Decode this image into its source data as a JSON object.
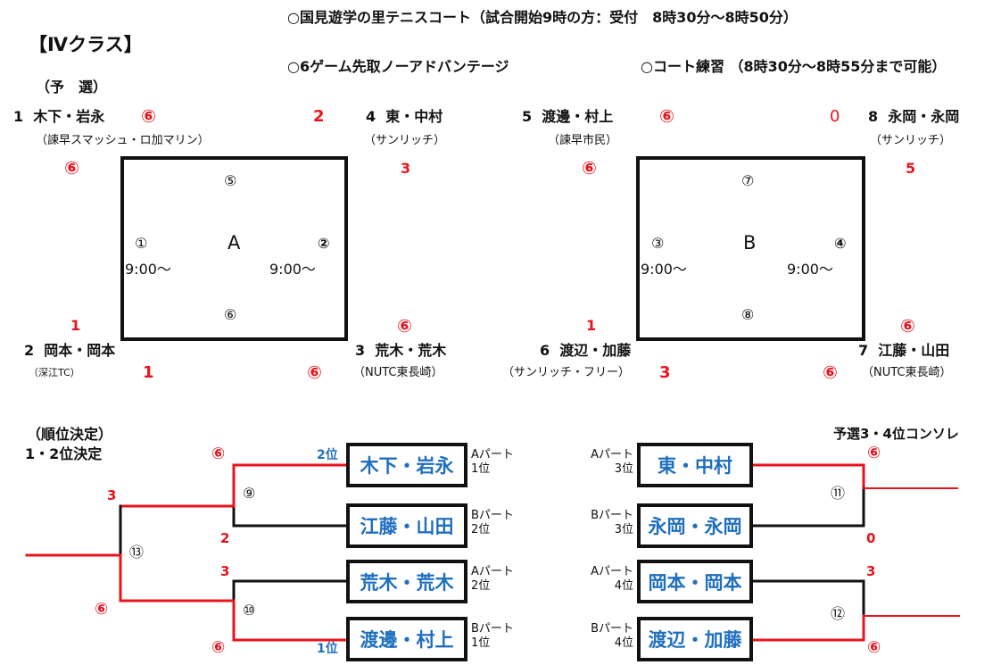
{
  "header": {
    "class_title": "【Ⅳクラス】",
    "venue_note": "○国見遊学の里テニスコート（試合開始9時の方：受付　8時30分～8時50分）",
    "format_note": "○6ゲーム先取ノーアドバンテージ",
    "practice_note": "○コート練習 （8時30分～8時55分まで可能）",
    "prelim_label": "（予　選）"
  },
  "prelim": {
    "players": [
      {
        "num": "1",
        "name": "木下・岩永",
        "club": "（諫早スマッシュ・ロ加マリン）"
      },
      {
        "num": "2",
        "name": "岡本・岡本",
        "club": "（深江TC）"
      },
      {
        "num": "3",
        "name": "荒木・荒木",
        "club": "（NUTC東長崎）"
      },
      {
        "num": "4",
        "name": "東・中村",
        "club": "（サンリッチ）"
      },
      {
        "num": "5",
        "name": "渡邊・村上",
        "club": "（諫早市民）"
      },
      {
        "num": "6",
        "name": "渡辺・加藤",
        "club": "（サンリッチ・フリー）"
      },
      {
        "num": "7",
        "name": "江藤・山田",
        "club": "（NUTC東長崎）"
      },
      {
        "num": "8",
        "name": "永岡・永岡",
        "club": "（サンリッチ）"
      }
    ],
    "court_a": {
      "label": "A",
      "top": "⑤",
      "left": "①",
      "right": "②",
      "bottom": "⑥",
      "left_time": "9:00～",
      "right_time": "9:00～",
      "scores": {
        "p1_top": "⑥",
        "p4_top": "2",
        "p1_left": "⑥",
        "p4_right": "3",
        "p2_left": "1",
        "p3_right": "⑥",
        "p2_bottom": "1",
        "p3_bottom": "⑥"
      }
    },
    "court_b": {
      "label": "B",
      "top": "⑦",
      "left": "③",
      "right": "④",
      "bottom": "⑧",
      "left_time": "9:00～",
      "right_time": "9:00～",
      "scores": {
        "p5_top": "⑥",
        "p8_top": "0",
        "p5_left": "⑥",
        "p8_right": "5",
        "p6_left": "1",
        "p7_right": "⑥",
        "p6_bottom": "3",
        "p7_bottom": "⑥"
      }
    }
  },
  "final_bracket": {
    "title1": "（順位決定）",
    "title2": "1・2位決定",
    "entries": [
      {
        "name": "木下・岩永",
        "part": "Aパート",
        "rank": "1位"
      },
      {
        "name": "江藤・山田",
        "part": "Bパート",
        "rank": "2位"
      },
      {
        "name": "荒木・荒木",
        "part": "Aパート",
        "rank": "2位"
      },
      {
        "name": "渡邊・村上",
        "part": "Bパート",
        "rank": "1位"
      }
    ],
    "match9": {
      "no": "⑨",
      "top": "⑥",
      "bottom": "2"
    },
    "match10": {
      "no": "⑩",
      "top": "3",
      "bottom": "⑥"
    },
    "match13": {
      "no": "⑬",
      "top": "3",
      "bottom": "⑥"
    },
    "result_top": "2位",
    "result_bottom": "1位",
    "colors": {
      "win": "#e8141b",
      "lose": "#111111",
      "name": "#1f6fbf"
    }
  },
  "consolation": {
    "title": "予選3・4位コンソレ",
    "entries": [
      {
        "name": "東・中村",
        "part": "Aパート",
        "rank": "3位"
      },
      {
        "name": "永岡・永岡",
        "part": "Bパート",
        "rank": "3位"
      },
      {
        "name": "岡本・岡本",
        "part": "Aパート",
        "rank": "4位"
      },
      {
        "name": "渡辺・加藤",
        "part": "Bパート",
        "rank": "4位"
      }
    ],
    "match11": {
      "no": "⑪",
      "top": "⑥",
      "bottom": "0"
    },
    "match12": {
      "no": "⑫",
      "top": "3",
      "bottom": "⑥"
    }
  }
}
